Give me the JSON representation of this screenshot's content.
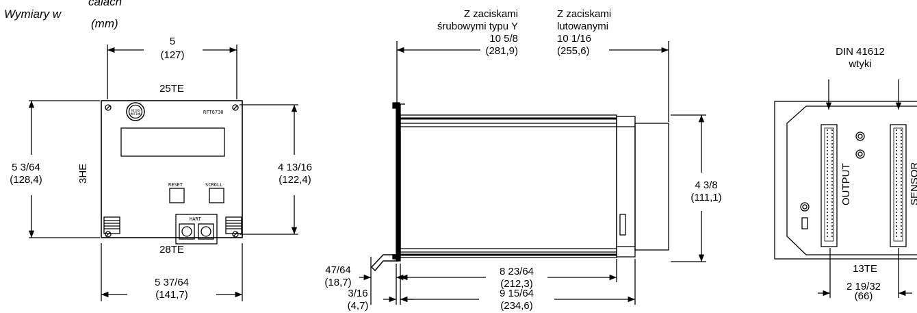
{
  "units_note": {
    "line1": "Wymiary w",
    "line2": "calach",
    "line3": "(mm)"
  },
  "front_view": {
    "top_width": "5",
    "top_width_mm": "(127)",
    "label_25te": "25TE",
    "label_28te": "28TE",
    "bottom_width": "5 37/64",
    "bottom_width_mm": "(141,7)",
    "left_height": "5 3/64",
    "left_height_mm": "(128,4)",
    "right_height": "4 13/16",
    "right_height_mm": "(122,4)",
    "label_3he": "3HE",
    "model": "RFT6730",
    "btn_reset": "RESET",
    "btn_scroll": "SCROLL",
    "btn_hart": "HART",
    "logo": "MICRO MOTION"
  },
  "side_view": {
    "screw_label1": "Z zaciskami",
    "screw_label2": "śrubowymi typu Y",
    "screw_len": "10 5/8",
    "screw_len_mm": "(281,9)",
    "solder_label1": "Z zaciskami",
    "solder_label2": "lutowanymi",
    "solder_len": "10 1/16",
    "solder_len_mm": "(255,6)",
    "height": "4 3/8",
    "height_mm": "(111,1)",
    "front_offset": "47/64",
    "front_offset_mm": "(18,7)",
    "body_len": "8 23/64",
    "body_len_mm": "(212,3)",
    "plate": "3/16",
    "plate_mm": "(4,7)",
    "total_len": "9 15/64",
    "total_len_mm": "(234,6)"
  },
  "rear_view": {
    "connector_label1": "DIN 41612",
    "connector_label2": "wtyki",
    "output_label": "OUTPUT",
    "sensor_label": "SENSOR",
    "label_13te": "13TE",
    "spacing": "2 19/32",
    "spacing_mm": "(66)"
  }
}
